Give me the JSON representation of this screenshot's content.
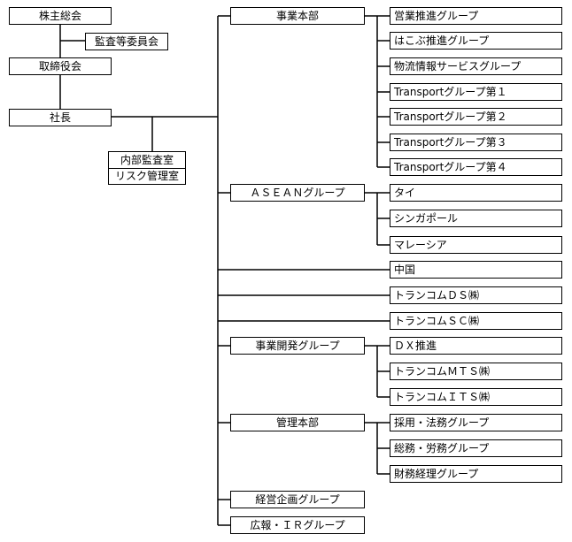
{
  "governance": {
    "shareholders": "株主総会",
    "audit_committee": "監査等委員会",
    "board": "取締役会",
    "president": "社長"
  },
  "staff": {
    "internal_audit": "内部監査室",
    "risk_management": "リスク管理室"
  },
  "divisions": {
    "business_hq": {
      "name": "事業本部",
      "units": [
        "営業推進グループ",
        "はこぶ推進グループ",
        "物流情報サービスグループ",
        "Transportグループ第１",
        "Transportグループ第２",
        "Transportグループ第３",
        "Transportグループ第４"
      ]
    },
    "asean": {
      "name": "ＡＳＥＡＮグループ",
      "units": [
        "タイ",
        "シンガポール",
        "マレーシア"
      ]
    },
    "direct": [
      "中国",
      "トランコムＤＳ㈱",
      "トランコムＳＣ㈱"
    ],
    "biz_dev": {
      "name": "事業開発グループ",
      "units": [
        "ＤＸ推進",
        "トランコムＭＴＳ㈱",
        "トランコムＩＴＳ㈱"
      ]
    },
    "admin_hq": {
      "name": "管理本部",
      "units": [
        "採用・法務グループ",
        "総務・労務グループ",
        "財務経理グループ"
      ]
    },
    "corp_planning": "経営企画グループ",
    "pr_ir": "広報・ＩＲグループ"
  }
}
